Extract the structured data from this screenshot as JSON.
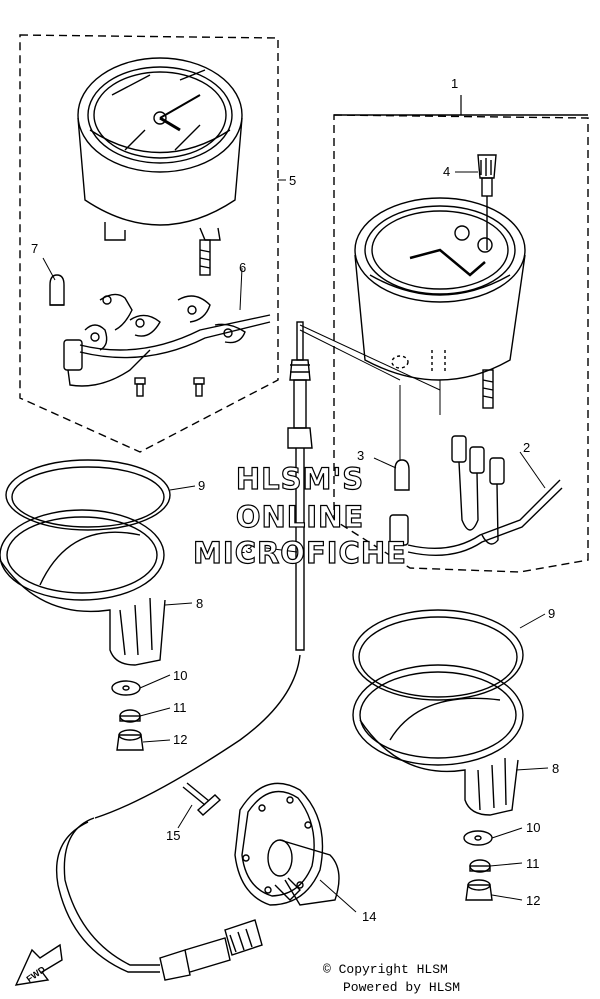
{
  "callouts": {
    "c1": "1",
    "c2": "2",
    "c3": "3",
    "c4": "4",
    "c5": "5",
    "c6": "6",
    "c7": "7",
    "c8a": "8",
    "c8b": "8",
    "c9a": "9",
    "c9b": "9",
    "c10a": "10",
    "c10b": "10",
    "c11a": "11",
    "c11b": "11",
    "c12a": "12",
    "c12b": "12",
    "c13": "13",
    "c14": "14",
    "c15": "15"
  },
  "watermark": {
    "line1": "HLSM'S",
    "line2": "ONLINE",
    "line3": "MICROFICHE"
  },
  "fwd_label": "FWD",
  "footer": {
    "copyright": "© Copyright HLSM",
    "powered": "Powered by HLSM"
  }
}
